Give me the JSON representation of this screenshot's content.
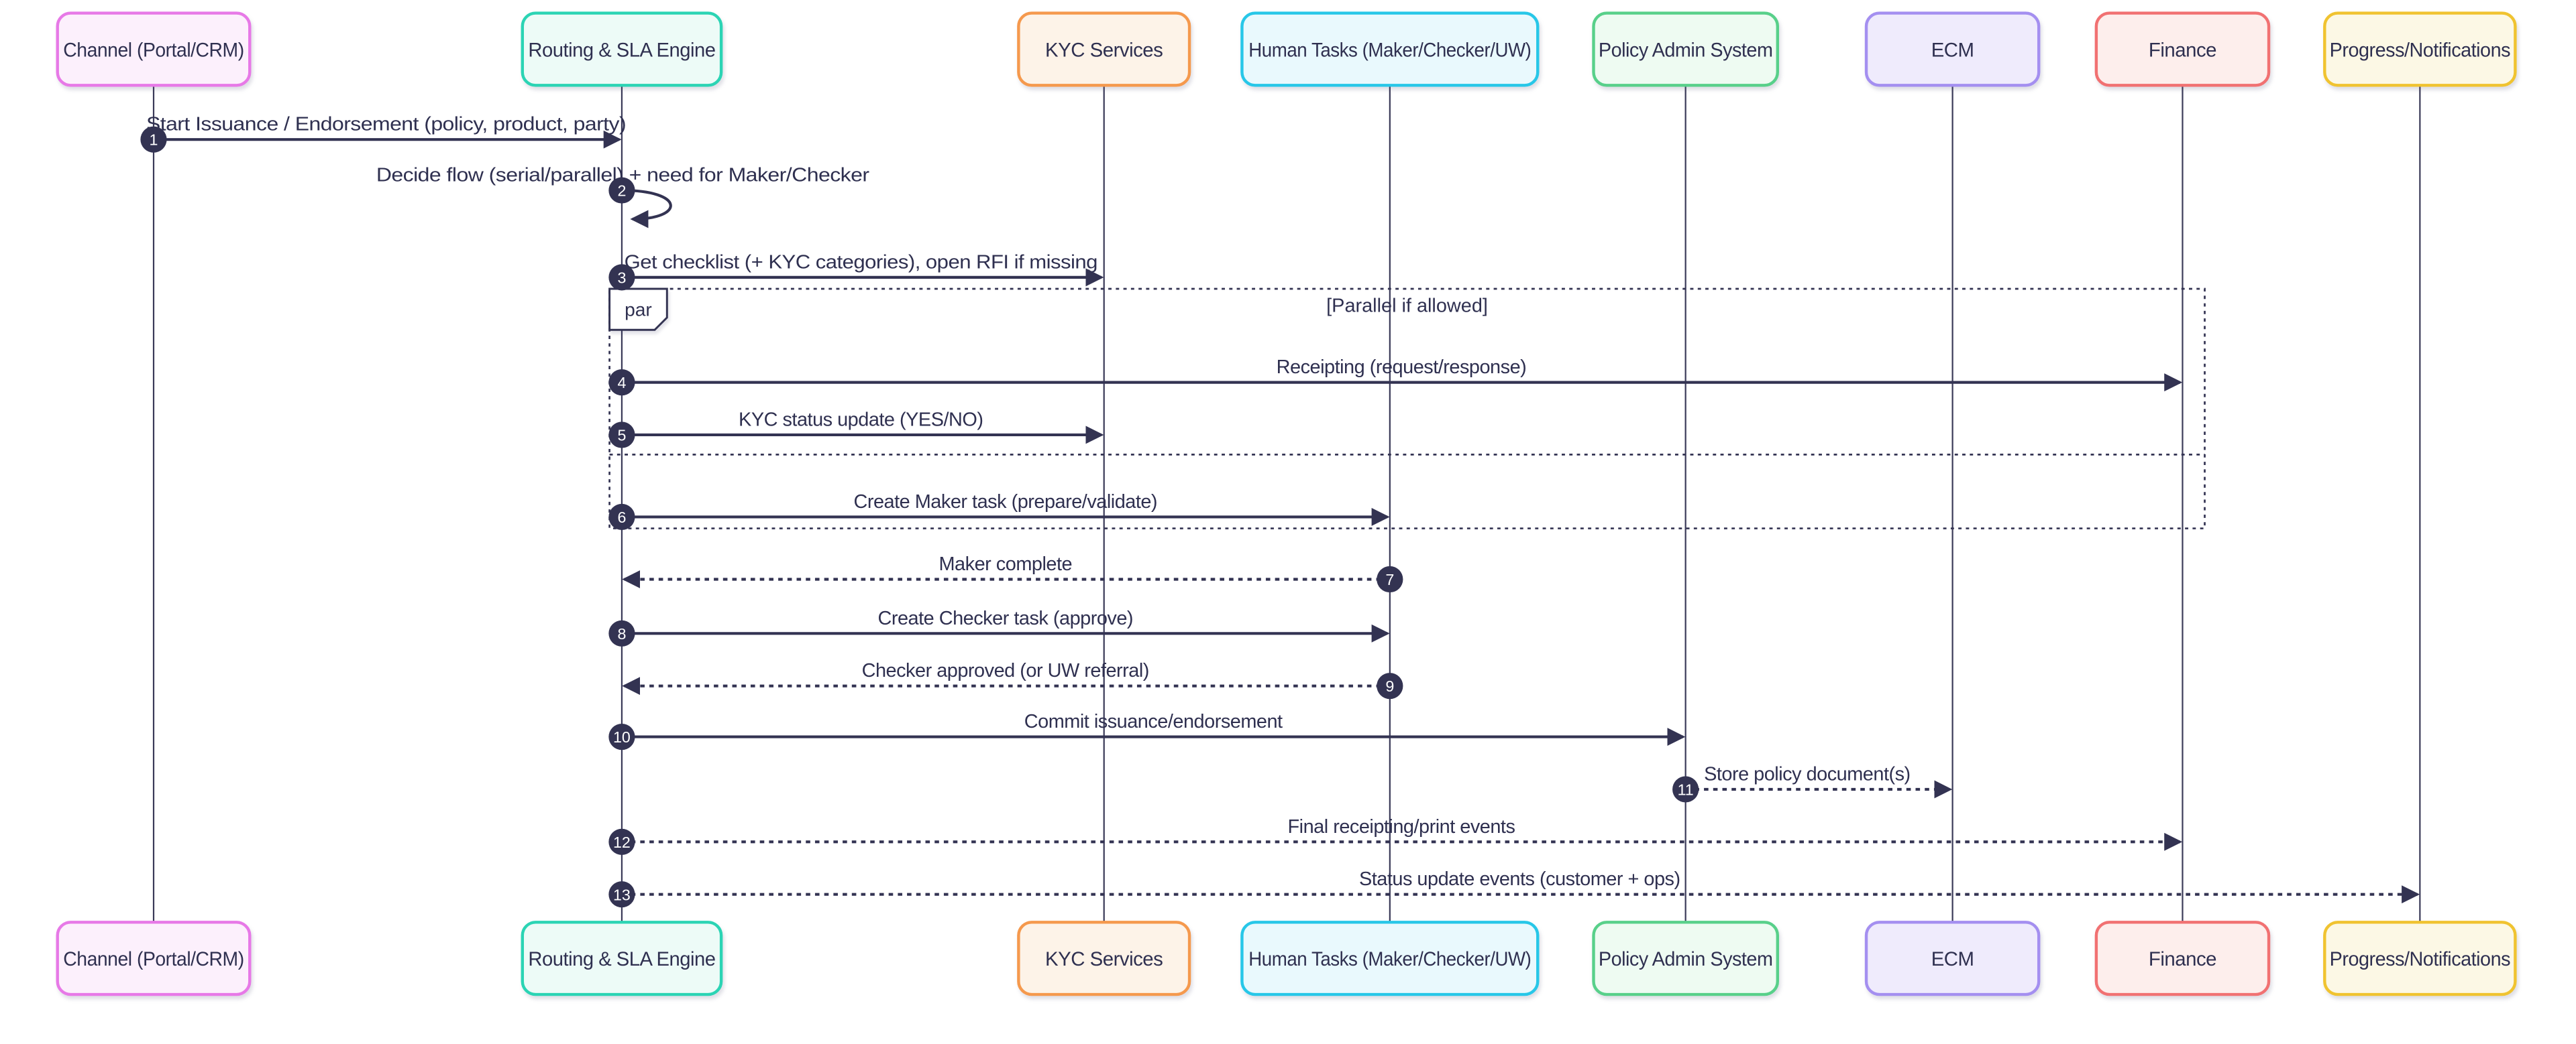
{
  "diagram": {
    "type": "sequence-diagram",
    "background_color": "#ffffff",
    "line_color": "#333352",
    "text_color": "#2f3050",
    "number_badge_color": "#333352",
    "number_badge_text_color": "#ffffff",
    "actors": [
      {
        "id": "channel",
        "label": "Channel (Portal/CRM)",
        "border": "#e779e7",
        "fill": "#fcf0fc"
      },
      {
        "id": "routing",
        "label": "Routing & SLA Engine",
        "border": "#2bd4b4",
        "fill": "#edfbf7"
      },
      {
        "id": "kyc",
        "label": "KYC Services",
        "border": "#f5994d",
        "fill": "#fdf3e8"
      },
      {
        "id": "human",
        "label": "Human Tasks (Maker/Checker/UW)",
        "border": "#27c7e8",
        "fill": "#e9f9fd"
      },
      {
        "id": "policy",
        "label": "Policy Admin System",
        "border": "#58d08a",
        "fill": "#eefbf2"
      },
      {
        "id": "ecm",
        "label": "ECM",
        "border": "#a48ff0",
        "fill": "#efebfc"
      },
      {
        "id": "finance",
        "label": "Finance",
        "border": "#f17172",
        "fill": "#fdeeec"
      },
      {
        "id": "progress",
        "label": "Progress/Notifications",
        "border": "#f0c330",
        "fill": "#fcf8e5"
      }
    ],
    "messages": [
      {
        "num": "1",
        "from": "channel",
        "to": "routing",
        "style": "solid",
        "text": "Start Issuance / Endorsement (policy, product, party)"
      },
      {
        "num": "2",
        "from": "routing",
        "to": "routing",
        "style": "self",
        "text": "Decide flow (serial/parallel) + need for Maker/Checker"
      },
      {
        "num": "3",
        "from": "routing",
        "to": "kyc",
        "style": "solid",
        "text": "Get checklist (+ KYC categories), open RFI if missing"
      },
      {
        "num": "4",
        "from": "routing",
        "to": "finance",
        "style": "solid",
        "text": "Receipting (request/response)"
      },
      {
        "num": "5",
        "from": "routing",
        "to": "kyc",
        "style": "solid",
        "text": "KYC status update (YES/NO)"
      },
      {
        "num": "6",
        "from": "routing",
        "to": "human",
        "style": "solid",
        "text": "Create Maker task (prepare/validate)"
      },
      {
        "num": "7",
        "from": "human",
        "to": "routing",
        "style": "dashed",
        "text": "Maker complete"
      },
      {
        "num": "8",
        "from": "routing",
        "to": "human",
        "style": "solid",
        "text": "Create Checker task (approve)"
      },
      {
        "num": "9",
        "from": "human",
        "to": "routing",
        "style": "dashed",
        "text": "Checker approved (or UW referral)"
      },
      {
        "num": "10",
        "from": "routing",
        "to": "policy",
        "style": "solid",
        "text": "Commit issuance/endorsement"
      },
      {
        "num": "11",
        "from": "policy",
        "to": "ecm",
        "style": "dashed",
        "text": "Store policy document(s)"
      },
      {
        "num": "12",
        "from": "routing",
        "to": "finance",
        "style": "dashed",
        "text": "Final receipting/print events"
      },
      {
        "num": "13",
        "from": "routing",
        "to": "progress",
        "style": "dashed",
        "text": "Status update events (customer + ops)"
      }
    ],
    "fragment": {
      "keyword": "par",
      "condition": "[Parallel if allowed]",
      "contains_messages": [
        "4",
        "5",
        "6"
      ],
      "divider_after_message": "5"
    }
  }
}
